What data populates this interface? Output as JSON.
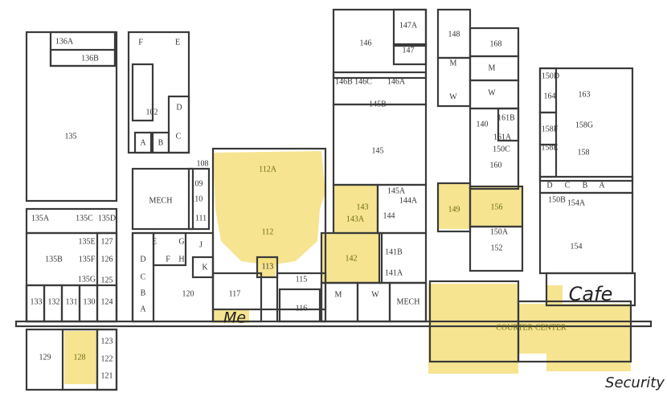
{
  "floor_plan": {
    "highlight_color": "#f5df7e",
    "rooms": [
      {
        "label": "136A"
      },
      {
        "label": "136B"
      },
      {
        "label": "135"
      },
      {
        "label": "F"
      },
      {
        "label": "E"
      },
      {
        "label": "102"
      },
      {
        "label": "D"
      },
      {
        "label": "A"
      },
      {
        "label": "B"
      },
      {
        "label": "C"
      },
      {
        "label": "135A"
      },
      {
        "label": "135C"
      },
      {
        "label": "135D"
      },
      {
        "label": "135B"
      },
      {
        "label": "135E"
      },
      {
        "label": "127"
      },
      {
        "label": "135F"
      },
      {
        "label": "126"
      },
      {
        "label": "135G"
      },
      {
        "label": "125"
      },
      {
        "label": "133"
      },
      {
        "label": "132"
      },
      {
        "label": "131"
      },
      {
        "label": "130"
      },
      {
        "label": "124"
      },
      {
        "label": "129"
      },
      {
        "label": "128",
        "highlighted": true
      },
      {
        "label": "123"
      },
      {
        "label": "122"
      },
      {
        "label": "121"
      },
      {
        "label": "108"
      },
      {
        "label": "109"
      },
      {
        "label": "110"
      },
      {
        "label": "MECH"
      },
      {
        "label": "111"
      },
      {
        "label": "E"
      },
      {
        "label": "G"
      },
      {
        "label": "J"
      },
      {
        "label": "D"
      },
      {
        "label": "F"
      },
      {
        "label": "H"
      },
      {
        "label": "K"
      },
      {
        "label": "C"
      },
      {
        "label": "B"
      },
      {
        "label": "A"
      },
      {
        "label": "120"
      },
      {
        "label": "112A",
        "highlighted": true
      },
      {
        "label": "112",
        "highlighted": true
      },
      {
        "label": "113"
      },
      {
        "label": "117"
      },
      {
        "label": "115"
      },
      {
        "label": "116"
      },
      {
        "label": "143",
        "highlighted": true
      },
      {
        "label": "143A",
        "highlighted": true
      },
      {
        "label": "142",
        "highlighted": true
      },
      {
        "label": "145A"
      },
      {
        "label": "144A"
      },
      {
        "label": "144"
      },
      {
        "label": "141B"
      },
      {
        "label": "141A"
      },
      {
        "label": "M"
      },
      {
        "label": "W"
      },
      {
        "label": "MECH"
      },
      {
        "label": "146"
      },
      {
        "label": "147A"
      },
      {
        "label": "147"
      },
      {
        "label": "146B"
      },
      {
        "label": "146C"
      },
      {
        "label": "146A"
      },
      {
        "label": "145B"
      },
      {
        "label": "145"
      },
      {
        "label": "148"
      },
      {
        "label": "168"
      },
      {
        "label": "M"
      },
      {
        "label": "M"
      },
      {
        "label": "W"
      },
      {
        "label": "W"
      },
      {
        "label": "140"
      },
      {
        "label": "161B"
      },
      {
        "label": "161A"
      },
      {
        "label": "150C"
      },
      {
        "label": "160"
      },
      {
        "label": "150D"
      },
      {
        "label": "164"
      },
      {
        "label": "163"
      },
      {
        "label": "158F"
      },
      {
        "label": "158G"
      },
      {
        "label": "158E"
      },
      {
        "label": "158"
      },
      {
        "label": "D"
      },
      {
        "label": "C"
      },
      {
        "label": "B"
      },
      {
        "label": "A"
      },
      {
        "label": "150B"
      },
      {
        "label": "154A"
      },
      {
        "label": "149",
        "highlighted": true
      },
      {
        "label": "156",
        "highlighted": true
      },
      {
        "label": "150A"
      },
      {
        "label": "152"
      },
      {
        "label": "154"
      },
      {
        "label": "COURTER CENTER",
        "highlighted": true
      }
    ],
    "handwritten": {
      "me": "Me",
      "cafe": "Cafe",
      "security": "Security"
    }
  }
}
